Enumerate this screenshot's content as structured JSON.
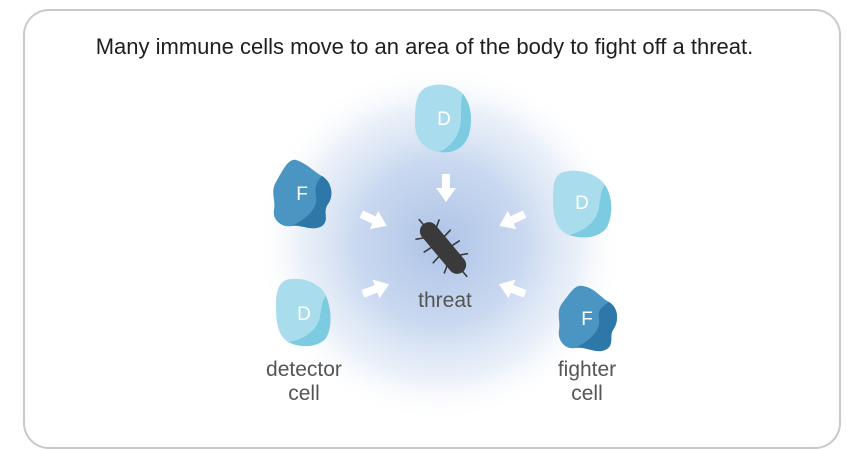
{
  "caption": "Many immune cells move to an area of the body to fight off a threat.",
  "labels": {
    "threat": "threat",
    "detector_line1": "detector",
    "detector_line2": "cell",
    "fighter_line1": "fighter",
    "fighter_line2": "cell"
  },
  "cells": [
    {
      "type": "detector",
      "letter": "D"
    },
    {
      "type": "fighter",
      "letter": "F"
    },
    {
      "type": "detector",
      "letter": "D"
    },
    {
      "type": "detector",
      "letter": "D"
    },
    {
      "type": "fighter",
      "letter": "F"
    }
  ],
  "colors": {
    "detector_light": "#a9dded",
    "detector_dark": "#7ccbe0",
    "fighter_light": "#4a95c2",
    "fighter_dark": "#2d78a9",
    "glow": "#b7c9e6",
    "threat": "#3a3a3a",
    "arrow": "#ffffff",
    "border": "#c9c9c9"
  }
}
